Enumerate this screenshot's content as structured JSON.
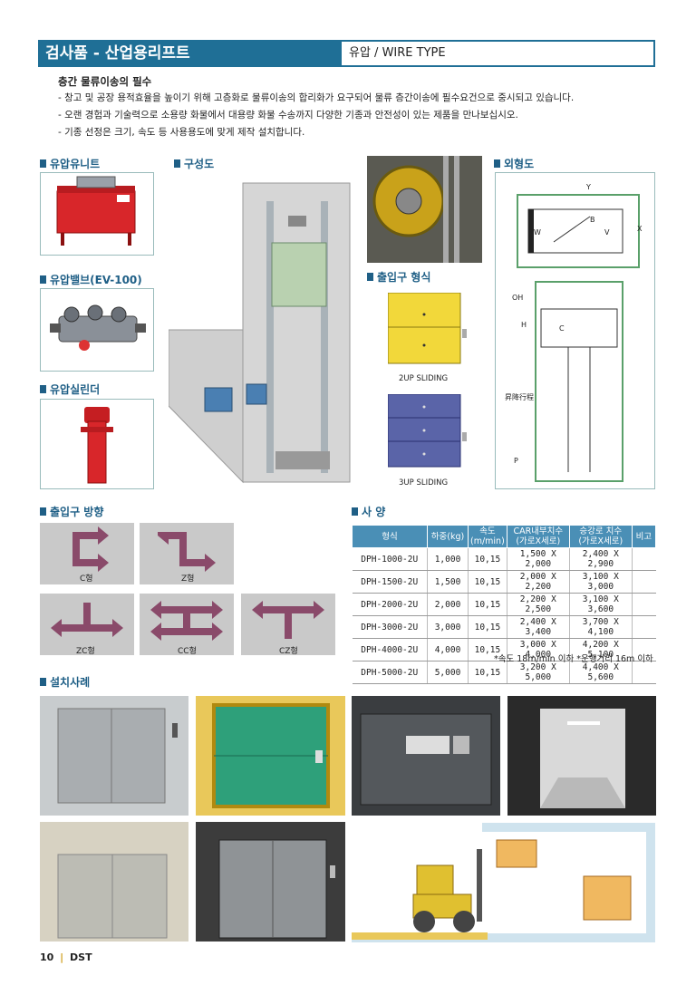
{
  "header": {
    "title": "검사품 - 산업용리프트",
    "subtitle": "유압 / WIRE TYPE"
  },
  "intro": {
    "title": "층간 물류이송의 필수",
    "lines": [
      "- 창고 및 공장 용적효율을 높이기 위해 고층화로 물류이송의 합리화가 요구되어 물류 층간이송에 필수요건으로 중시되고 있습니다.",
      "- 오랜 경험과 기술력으로 소용량 화물에서 대용량 화물 수송까지 다양한 기종과 안전성이 있는 제품을 만나보십시오.",
      "- 기종 선정은 크기, 속도 등 사용용도에 맞게 제작 설치합니다."
    ]
  },
  "sections": {
    "unit": "유압유니트",
    "valve": "유압밸브(EV-100)",
    "cylinder": "유압실린더",
    "composition": "구성도",
    "entrance_type": "출입구 형식",
    "outline": "외형도",
    "direction": "출입구 방향",
    "spec": "사 양",
    "install": "설치사례"
  },
  "entrance_types": [
    "2UP SLIDING",
    "3UP SLIDING"
  ],
  "outline_labels": {
    "Y": "Y",
    "X": "X",
    "W": "W",
    "B": "B",
    "V": "V",
    "OH": "OH",
    "H": "H",
    "C": "C",
    "P": "P",
    "side": "昇降行程"
  },
  "directions": [
    "C형",
    "Z형",
    "ZC형",
    "CC형",
    "CZ형"
  ],
  "spec": {
    "headers": [
      "형식",
      "하중(kg)",
      "속도\n(m/min)",
      "CAR내부치수\n(가로X세로)",
      "승강로 치수\n(가로X세로)",
      "비고"
    ],
    "rows": [
      [
        "DPH-1000-2U",
        "1,000",
        "10,15",
        "1,500 X 2,000",
        "2,400 X 2,900",
        ""
      ],
      [
        "DPH-1500-2U",
        "1,500",
        "10,15",
        "2,000 X 2,200",
        "3,100 X 3,000",
        ""
      ],
      [
        "DPH-2000-2U",
        "2,000",
        "10,15",
        "2,200 X 2,500",
        "3,100 X 3,600",
        ""
      ],
      [
        "DPH-3000-2U",
        "3,000",
        "10,15",
        "2,400 X 3,400",
        "3,700 X 4,100",
        ""
      ],
      [
        "DPH-4000-2U",
        "4,000",
        "10,15",
        "3,000 X 4,000",
        "4,200 X 5,100",
        ""
      ],
      [
        "DPH-5000-2U",
        "5,000",
        "10,15",
        "3,200 X 5,000",
        "4,400 X 5,600",
        ""
      ]
    ],
    "note": "*속도 18m/min 이하  *운행거리 16m 이하"
  },
  "footer": {
    "page": "10",
    "brand": "DST"
  },
  "colors": {
    "accent": "#1f6f96",
    "table_header": "#4a8fb6",
    "arrow": "#8a4a6a"
  }
}
